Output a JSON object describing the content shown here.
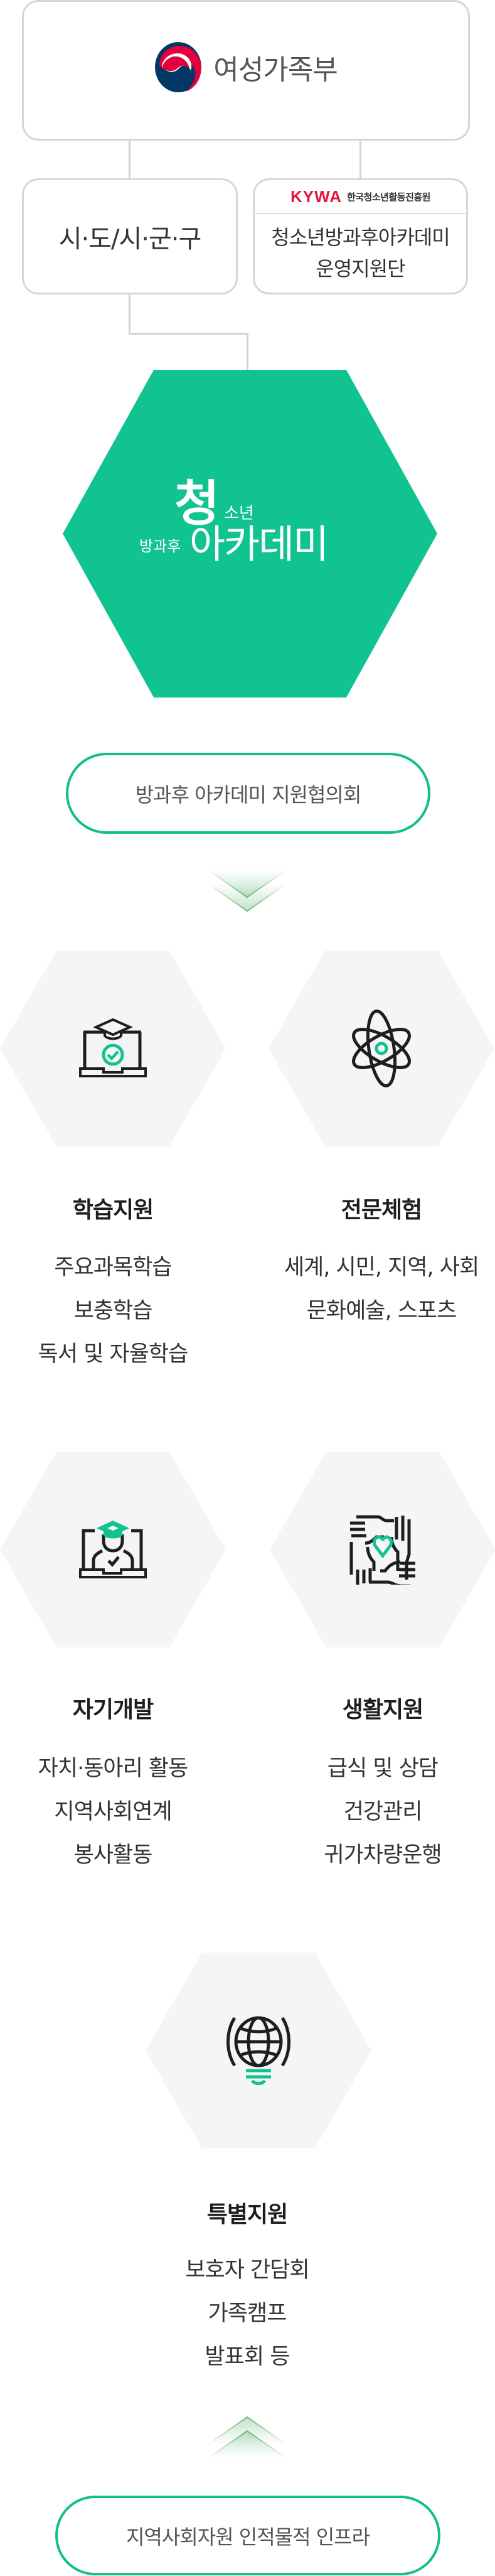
{
  "top": {
    "ministry": {
      "label": "여성가족부",
      "emblem": "taegeuk-emblem-icon",
      "colors": {
        "blue": "#003764",
        "red": "#e4003f"
      }
    },
    "region": {
      "label": "시·도/시·군·구"
    },
    "kywa": {
      "mark": "KYWA",
      "org_name": "한국청소년활동진흥원",
      "body_lines": [
        "청소년방과후아카데미",
        "운영지원단"
      ]
    }
  },
  "hub": {
    "logo_big_char": "청",
    "logo_small_top": "소년",
    "logo_prefix": "방과후",
    "logo_main": "아카데미",
    "color": "#10c391"
  },
  "council": {
    "label": "방과후 아카데미 지원협의회",
    "arrow": "double-chevron-down-icon"
  },
  "categories": [
    {
      "title": "학습지원",
      "icon": "laptop-graduation-check-icon",
      "lines": [
        "주요과목학습",
        "보충학습",
        "독서 및 자율학습"
      ]
    },
    {
      "title": "전문체험",
      "icon": "atom-icon",
      "lines": [
        "세계, 시민, 지역, 사회",
        "문화예술, 스포츠"
      ]
    },
    {
      "title": "자기개발",
      "icon": "online-student-icon",
      "lines": [
        "자치·동아리 활동",
        "지역사회연계",
        "봉사활동"
      ]
    },
    {
      "title": "생활지원",
      "icon": "hands-heart-icon",
      "lines": [
        "급식 및 상담",
        "건강관리",
        "귀가차량운행"
      ]
    },
    {
      "title": "특별지원",
      "icon": "globe-lightbulb-icon",
      "lines": [
        "보호자 간담회",
        "가족캠프",
        "발표회 등"
      ]
    }
  ],
  "infra": {
    "label": "지역사회자원 인적물적 인프라",
    "arrow": "double-chevron-up-icon"
  },
  "colors": {
    "accent": "#14bd8c",
    "hex_bg": "#f5f5f5",
    "border": "#d6d6d6"
  }
}
